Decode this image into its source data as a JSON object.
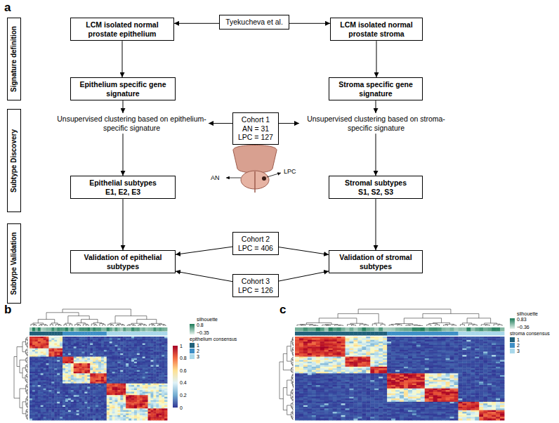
{
  "diagram": {
    "nodes": [
      {
        "text": [
          "Signature definition"
        ]
      },
      {
        "text": [
          "Subtype Discovery"
        ]
      },
      {
        "text": [
          "Subtype Validation"
        ]
      },
      {
        "text": [
          "LCM isolated normal prostate epithelium"
        ]
      },
      {
        "text": [
          "Tyekucheva et al."
        ]
      },
      {
        "text": [
          "LCM isolated normal prostate stroma"
        ]
      },
      {
        "text": [
          "Epithelium specific gene signature"
        ]
      },
      {
        "text": [
          "Stroma specific gene signature"
        ]
      },
      {
        "text": [
          "Unsupervised clustering based on epithelium-specific signature"
        ]
      },
      {
        "text": [
          "Cohort 1",
          "AN = 31",
          "LPC = 127"
        ]
      },
      {
        "text": [
          "Unsupervised clustering based on stroma-specific signature"
        ]
      },
      {
        "text": [
          "Epithelial subtypes",
          "E1, E2, E3"
        ]
      },
      {
        "text": [
          "Stromal subtypes",
          "S1, S2, S3"
        ]
      },
      {
        "text": [
          "Cohort 2",
          "LPC = 406"
        ]
      },
      {
        "text": [
          "Cohort 3",
          "LPC = 126"
        ]
      },
      {
        "text": [
          "Validation of epithelial subtypes"
        ]
      },
      {
        "text": [
          "Validation of stromal subtypes"
        ]
      }
    ],
    "edges": [
      {
        "from": 4,
        "to": 3,
        "arrow": "to"
      },
      {
        "from": 4,
        "to": 5,
        "arrow": "to"
      },
      {
        "from": 3,
        "to": 6,
        "arrow": "to"
      },
      {
        "from": 5,
        "to": 7,
        "arrow": "to"
      },
      {
        "from": 6,
        "to": 8,
        "arrow": "to"
      },
      {
        "from": 7,
        "to": 10,
        "arrow": "to"
      },
      {
        "from": 9,
        "to": 8,
        "arrow": "to"
      },
      {
        "from": 9,
        "to": 10,
        "arrow": "to"
      },
      {
        "from": 8,
        "to": 11,
        "arrow": "to"
      },
      {
        "from": 10,
        "to": 12,
        "arrow": "to"
      },
      {
        "from": 13,
        "to": 15,
        "arrow": "to"
      },
      {
        "from": 13,
        "to": 16,
        "arrow": "to"
      },
      {
        "from": 14,
        "to": 15,
        "arrow": "to"
      },
      {
        "from": 14,
        "to": 16,
        "arrow": "to"
      },
      {
        "from": 11,
        "to": 15,
        "arrow": "to"
      },
      {
        "from": 12,
        "to": 16,
        "arrow": "to"
      }
    ],
    "labels": [
      "a",
      "AN",
      "LPC",
      "b",
      "c",
      "silhouette",
      "0.8",
      "−0.35",
      "epithelium consensus",
      "1",
      "0.8",
      "0.6",
      "0.4",
      "0.2",
      "0",
      "silhouette",
      "0.83",
      "−0.36",
      "stroma consensus"
    ],
    "legend": [
      {
        "text": "1",
        "color": "#20607a"
      },
      {
        "text": "2",
        "color": "#3d8fc6"
      },
      {
        "text": "3",
        "color": "#a9d8ea"
      },
      {
        "text": "1",
        "color": "#20607a"
      },
      {
        "text": "2",
        "color": "#3d8fc6"
      },
      {
        "text": "3",
        "color": "#a9d8ea"
      }
    ]
  }
}
